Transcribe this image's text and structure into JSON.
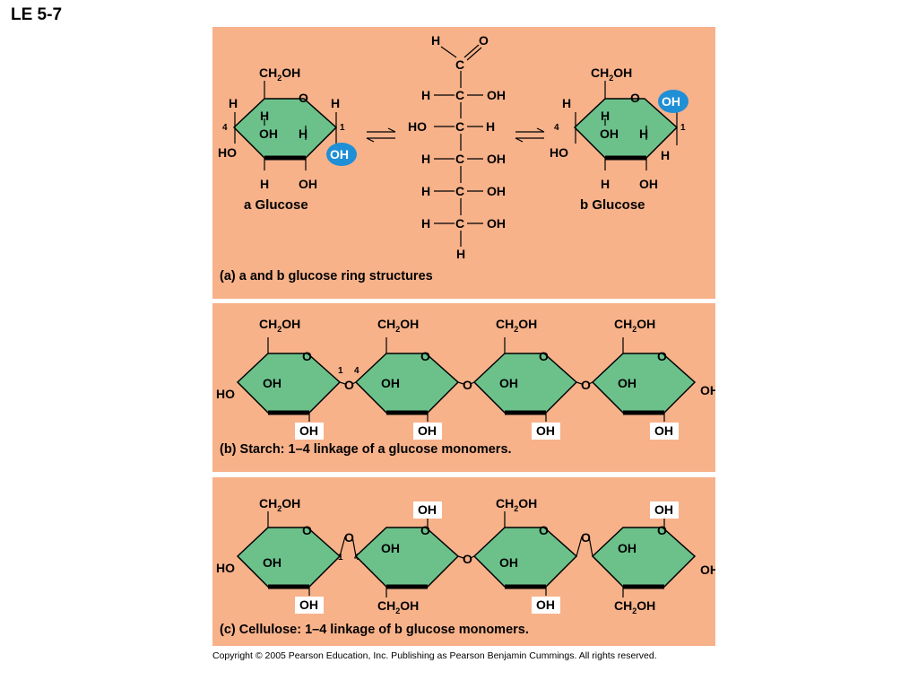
{
  "slide_title": "LE 5-7",
  "labels": {
    "ch2oh": "CH",
    "ch2oh_sub": "2",
    "ch2oh_tail": "OH",
    "oh": "OH",
    "ho": "HO",
    "h": "H",
    "o": "O",
    "c": "C",
    "carbon1": "1",
    "carbon4": "4"
  },
  "panel_a": {
    "alpha_name": "a Glucose",
    "beta_name": "b Glucose",
    "caption_tag": "(a)",
    "caption_text": "a and b glucose ring structures"
  },
  "panel_b": {
    "caption_tag": "(b)",
    "caption_text": "Starch: 1–4 linkage of a glucose monomers."
  },
  "panel_c": {
    "caption_tag": "(c)",
    "caption_text": "Cellulose: 1–4 linkage of b glucose monomers."
  },
  "copyright": "Copyright © 2005 Pearson Education, Inc. Publishing as Pearson Benjamin Cummings. All rights reserved.",
  "colors": {
    "panel": "#f7b28a",
    "ring": "#6cc18b",
    "highlight_oh": "#1f8fd6"
  }
}
